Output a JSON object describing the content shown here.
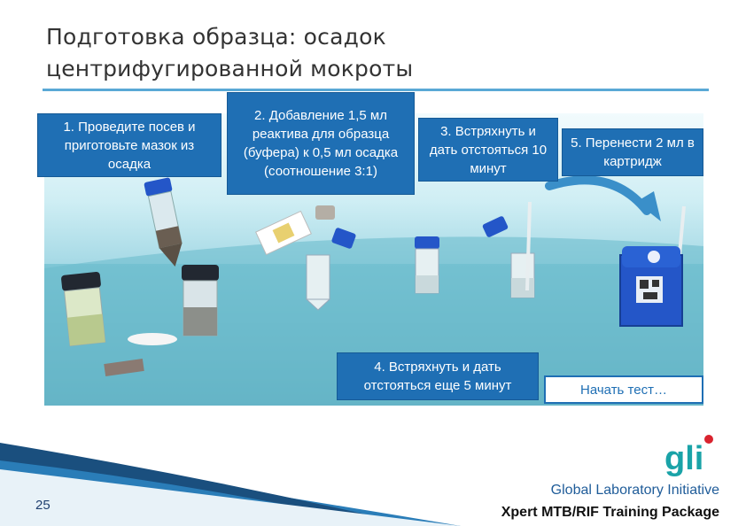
{
  "title": {
    "line1": "Подготовка образца: осадок",
    "line2": "центрифугированной мокроты"
  },
  "steps": {
    "step1": "1. Проведите посев и приготовьте мазок из осадка",
    "step2": "2. Добавление 1,5 мл реактива для образца (буфера) к 0,5 мл осадка (соотношение 3:1)",
    "step3": "3. Встряхнуть и дать отстояться 10 минут",
    "step4": "4. Встряхнуть и дать отстояться еще 5 минут",
    "step5": "5. Перенести 2 мл в картридж",
    "start": "Начать тест…"
  },
  "footer": {
    "slide_number": "25",
    "organization": "Global Laboratory Initiative",
    "package": "Xpert MTB/RIF Training Package",
    "logo_text": "gli"
  },
  "colors": {
    "accent": "#1f6fb4",
    "title_rule": "#5aa9d6",
    "cap_blue": "#2456c8",
    "logo_teal": "#1aa3a8",
    "logo_red": "#d9232e"
  }
}
